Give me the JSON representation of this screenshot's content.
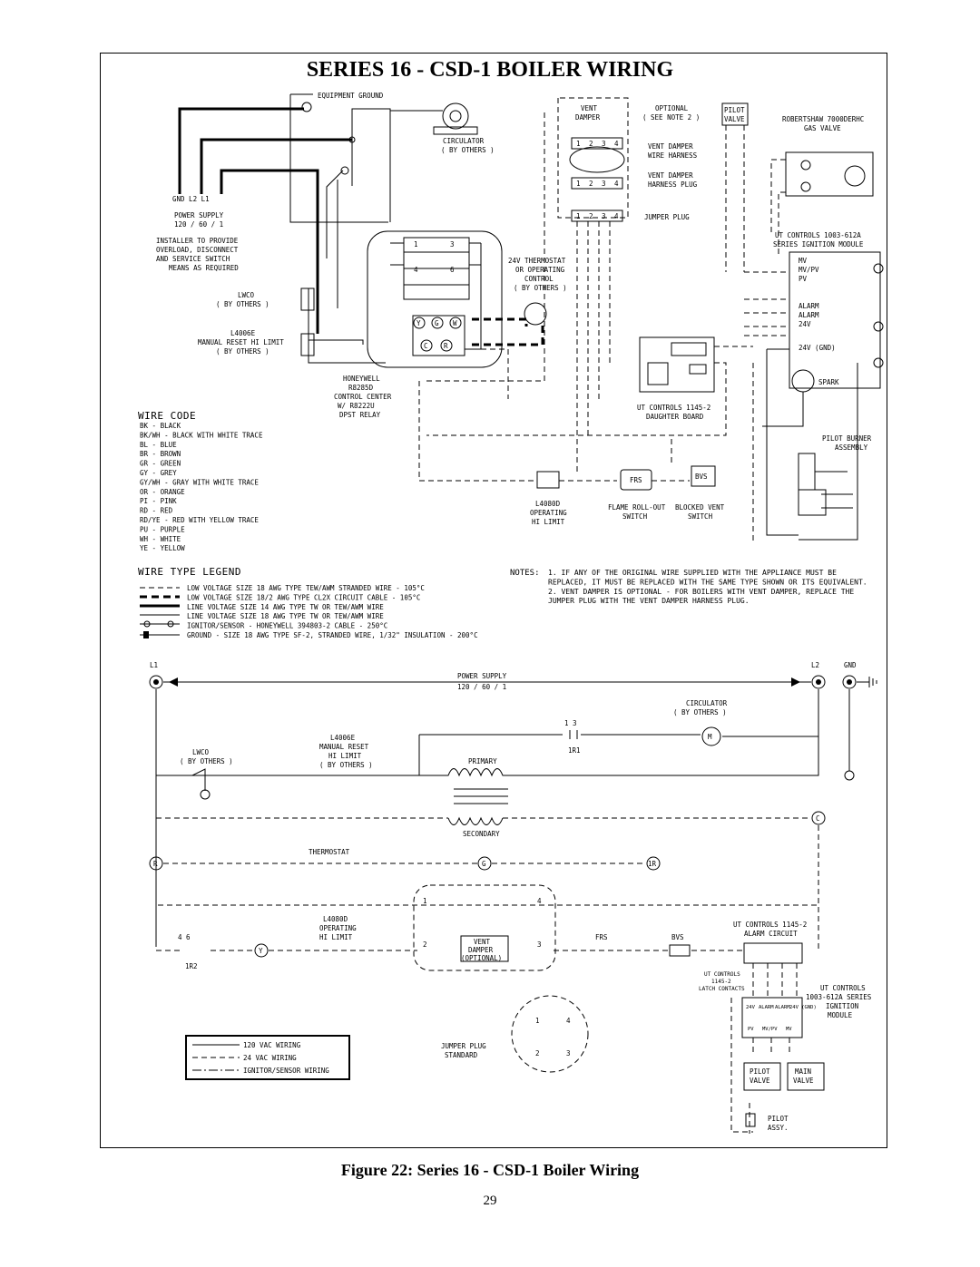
{
  "title": "SERIES 16 - CSD-1 BOILER WIRING",
  "caption": "Figure 22: Series 16 - CSD-1 Boiler Wiring",
  "page_number": "29",
  "top": {
    "equipment_ground": "EQUIPMENT GROUND",
    "circulator": [
      "CIRCULATOR",
      "( BY OTHERS )"
    ],
    "gnd_l2_l1": "GND  L2  L1",
    "power_supply": [
      "POWER SUPPLY",
      "120 / 60 / 1"
    ],
    "installer_note": [
      "INSTALLER TO PROVIDE",
      "OVERLOAD, DISCONNECT",
      "AND SERVICE SWITCH",
      "MEANS AS REQUIRED"
    ],
    "lwco": [
      "LWCO",
      "( BY OTHERS )"
    ],
    "l4006e": [
      "L4006E",
      "MANUAL RESET HI LIMIT",
      "( BY OTHERS )"
    ],
    "honeywell": [
      "HONEYWELL",
      "R8285D",
      "CONTROL CENTER",
      "W/ R8222U",
      "DPST RELAY"
    ],
    "vent_damper": [
      "VENT",
      "DAMPER"
    ],
    "optional": [
      "OPTIONAL",
      "( SEE NOTE 2 )"
    ],
    "pilot_valve": [
      "PILOT",
      "VALVE"
    ],
    "robertshaw": [
      "ROBERTSHAW 7000DERHC",
      "GAS VALVE"
    ],
    "vd_wire_harness": [
      "VENT DAMPER",
      "WIRE HARNESS"
    ],
    "vd_harness_plug": [
      "VENT DAMPER",
      "HARNESS PLUG"
    ],
    "jumper_plug": "JUMPER PLUG",
    "thermostat_24v": [
      "24V THERMOSTAT",
      "OR OPERATING",
      "CONTROL",
      "( BY OTHERS )"
    ],
    "ut_1003": [
      "UT CONTROLS 1003-612A",
      "SERIES IGNITION  MODULE"
    ],
    "module_terminals": [
      "MV",
      "MV/PV",
      "PV",
      "ALARM",
      "ALARM",
      "24V",
      "24V (GND)",
      "SPARK"
    ],
    "ut_1145": [
      "UT CONTROLS 1145-2",
      "DAUGHTER BOARD"
    ],
    "pilot_burner": [
      "PILOT BURNER",
      "ASSEMBLY"
    ],
    "l4080d": [
      "L4080D",
      "OPERATING",
      "HI LIMIT"
    ],
    "frs": "FRS",
    "bvs": "BVS",
    "flame_rollout": [
      "FLAME ROLL-OUT",
      "SWITCH"
    ],
    "blocked_vent": [
      "BLOCKED VENT",
      "SWITCH"
    ],
    "pins": [
      "1",
      "2",
      "3",
      "4"
    ],
    "relay_terms": [
      "1",
      "3",
      "4",
      "6"
    ],
    "ctrl_terms": [
      "Y",
      "G",
      "W",
      "C",
      "R"
    ]
  },
  "wire_code": {
    "heading": "WIRE CODE",
    "items": [
      "BK - BLACK",
      "BK/WH - BLACK WITH WHITE TRACE",
      "BL - BLUE",
      "BR - BROWN",
      "GR - GREEN",
      "GY - GREY",
      "GY/WH - GRAY WITH WHITE TRACE",
      "OR - ORANGE",
      "PI - PINK",
      "RD - RED",
      "RD/YE - RED WITH YELLOW TRACE",
      "PU - PURPLE",
      "WH - WHITE",
      "YE - YELLOW"
    ]
  },
  "wire_type": {
    "heading": "WIRE TYPE LEGEND",
    "items": [
      "LOW VOLTAGE SIZE 18 AWG TYPE TEW/AWM STRANDED WIRE - 105°C",
      "LOW VOLTAGE SIZE 18/2 AWG TYPE CL2X CIRCUIT CABLE - 105°C",
      "LINE VOLTAGE SIZE 14 AWG TYPE TW OR TEW/AWM WIRE",
      "LINE VOLTAGE SIZE 18 AWG TYPE TW OR TEW/AWM WIRE",
      "IGNITOR/SENSOR - HONEYWELL 394803-2 CABLE - 250°C",
      "GROUND - SIZE 18 AWG TYPE SF-2, STRANDED WIRE, 1/32\" INSULATION - 200°C"
    ]
  },
  "notes": {
    "label": "NOTES:",
    "lines": [
      "1. IF ANY OF THE ORIGINAL WIRE SUPPLIED WITH THE APPLIANCE MUST BE",
      "   REPLACED, IT MUST BE REPLACED WITH THE SAME TYPE SHOWN OR ITS EQUIVALENT.",
      "2. VENT DAMPER IS OPTIONAL - FOR BOILERS WITH VENT DAMPER, REPLACE THE",
      "   JUMPER PLUG WITH THE VENT DAMPER HARNESS PLUG."
    ]
  },
  "ladder": {
    "l1": "L1",
    "l2": "L2",
    "gnd": "GND",
    "power_supply": [
      "POWER SUPPLY",
      "120 / 60 / 1"
    ],
    "circulator": [
      "CIRCULATOR",
      "( BY OTHERS )"
    ],
    "motor": "M",
    "contact_13": "1   3",
    "ir1": "1R1",
    "l4006e": [
      "L4006E",
      "MANUAL RESET",
      "HI LIMIT",
      "( BY OTHERS )"
    ],
    "lwco": [
      "LWCO",
      "( BY OTHERS )"
    ],
    "primary": "PRIMARY",
    "secondary": "SECONDARY",
    "thermostat": "THERMOSTAT",
    "terms": [
      "C",
      "R",
      "G",
      "1R",
      "Y"
    ],
    "l4080d": [
      "L4080D",
      "OPERATING",
      "HI LIMIT"
    ],
    "contact_46": "4   6",
    "ir2": "1R2",
    "vent_damper": [
      "VENT",
      "DAMPER",
      "(OPTIONAL)"
    ],
    "frs": "FRS",
    "bvs": "BVS",
    "ut_alarm": [
      "UT CONTROLS 1145-2",
      "ALARM CIRCUIT"
    ],
    "latch": [
      "UT CONTROLS",
      "1145-2",
      "LATCH CONTACTS"
    ],
    "ut_module": [
      "UT CONTROLS",
      "1003-612A SERIES",
      "IGNITION",
      "MODULE"
    ],
    "mod_top": [
      "24V",
      "ALARM",
      "ALARM",
      "24V (GND)"
    ],
    "mod_bot": [
      "PV",
      "MV/PV",
      "MV"
    ],
    "pilot_valve": [
      "PILOT",
      "VALVE"
    ],
    "main_valve": [
      "MAIN",
      "VALVE"
    ],
    "pilot_assy": [
      "PILOT",
      "ASSY."
    ],
    "jumper_plug": [
      "JUMPER PLUG",
      "STANDARD"
    ],
    "pins": [
      "1",
      "2",
      "3",
      "4"
    ]
  },
  "wiring_key": [
    "120 VAC WIRING",
    "24 VAC WIRING",
    "IGNITOR/SENSOR WIRING"
  ]
}
